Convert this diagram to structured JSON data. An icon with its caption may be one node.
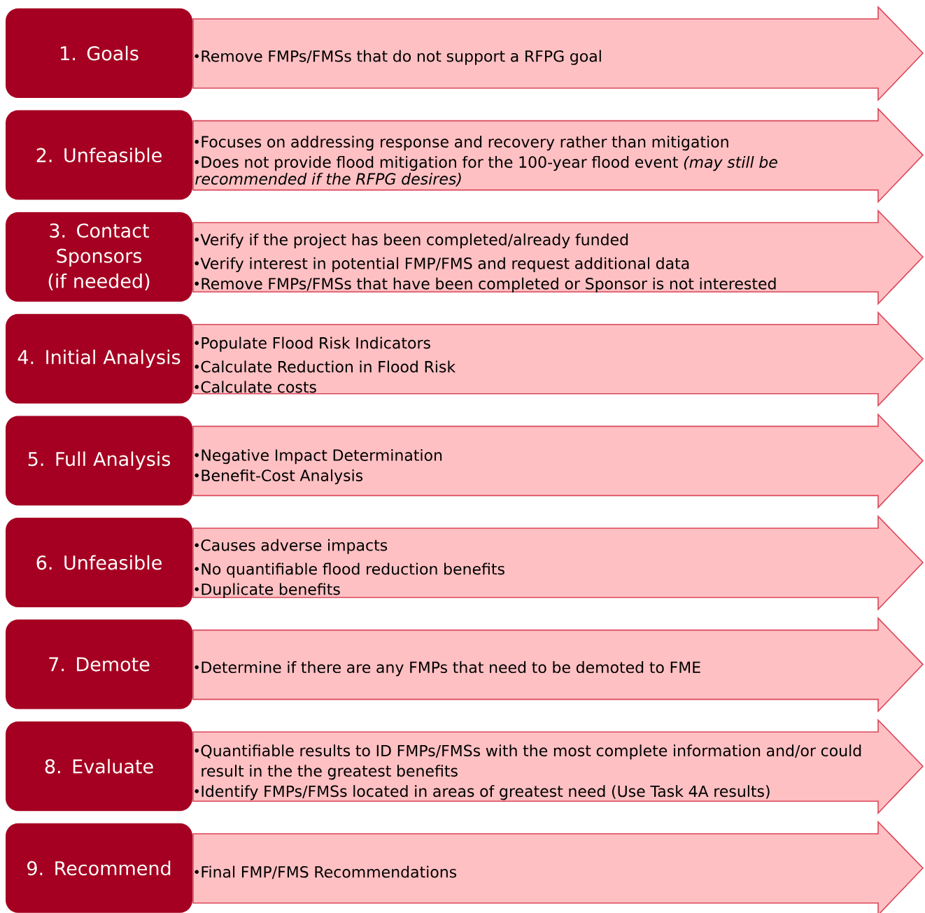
{
  "diagram": {
    "nodes": [
      {
        "text": [
          "1. Goals"
        ]
      },
      {
        "text": [
          "Remove FMPs/FMSs that do not support a RFPG goal"
        ]
      },
      {
        "text": [
          "2. Unfeasible"
        ]
      },
      {
        "text": [
          "Focuses on addressing response and recovery rather than mitigation",
          "Does not provide flood mitigation for the 100-year flood event *(may still be recommended if the RFPG desires)*"
        ]
      },
      {
        "text": [
          "3. Contact Sponsors (if needed)"
        ]
      },
      {
        "text": [
          "Verify if the project has been completed/already funded",
          "Verify interest in potential FMP/FMS and request additional data",
          "Remove FMPs/FMSs that have been completed or Sponsor is not interested"
        ]
      },
      {
        "text": [
          "4. Initial Analysis"
        ]
      },
      {
        "text": [
          "Populate Flood Risk Indicators",
          "Calculate Reduction in Flood Risk",
          "Calculate costs"
        ]
      },
      {
        "text": [
          "5. Full Analysis"
        ]
      },
      {
        "text": [
          "Negative Impact Determination",
          "Benefit-Cost Analysis"
        ]
      },
      {
        "text": [
          "6. Unfeasible"
        ]
      },
      {
        "text": [
          "Causes adverse impacts",
          "No quantifiable flood reduction benefits",
          "Duplicate benefits"
        ]
      },
      {
        "text": [
          "7. Demote"
        ]
      },
      {
        "text": [
          "Determine if there are any FMPs that need to be demoted to FME"
        ]
      },
      {
        "text": [
          "8. Evaluate"
        ]
      },
      {
        "text": [
          "Quantifiable results to ID FMPs/FMSs with the most complete information and/or could result in the the greatest benefits",
          "Identify FMPs/FMSs located in areas of greatest need (Use Task 4A results)"
        ]
      },
      {
        "text": [
          "9. Recommend"
        ]
      },
      {
        "text": [
          "Final FMP/FMS Recommendations"
        ]
      }
    ]
  }
}
